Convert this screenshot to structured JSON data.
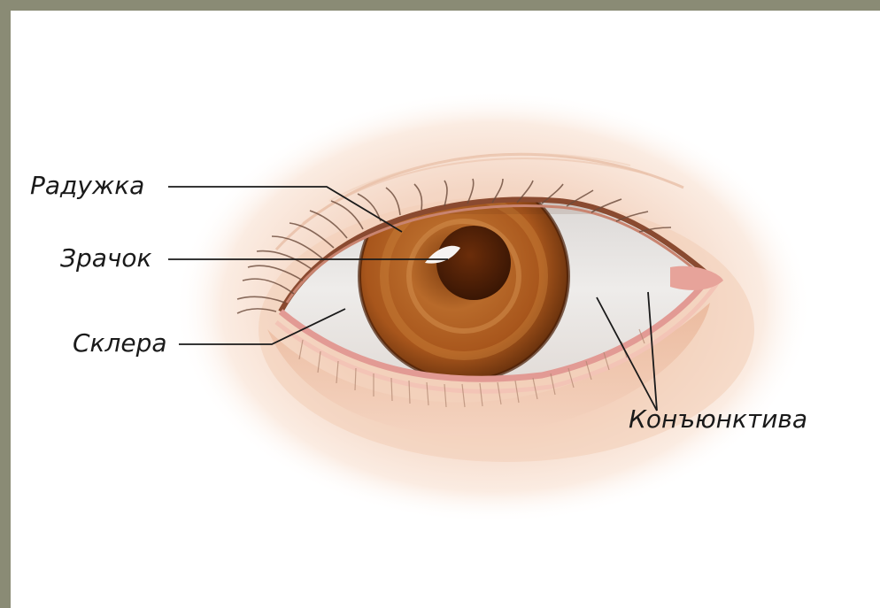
{
  "labels": {
    "iris": "Радужка",
    "pupil": "Зрачок",
    "sclera": "Склера",
    "conjunctiva": "Конъюнктива"
  },
  "colors": {
    "frame": "#8a8b75",
    "background": "#ffffff",
    "iris": "#9a4a16",
    "pupil": "#5a2406",
    "skin": "#f3d2bd",
    "sclera": "#e8e6e4",
    "leader_line": "#1a1a1a"
  }
}
